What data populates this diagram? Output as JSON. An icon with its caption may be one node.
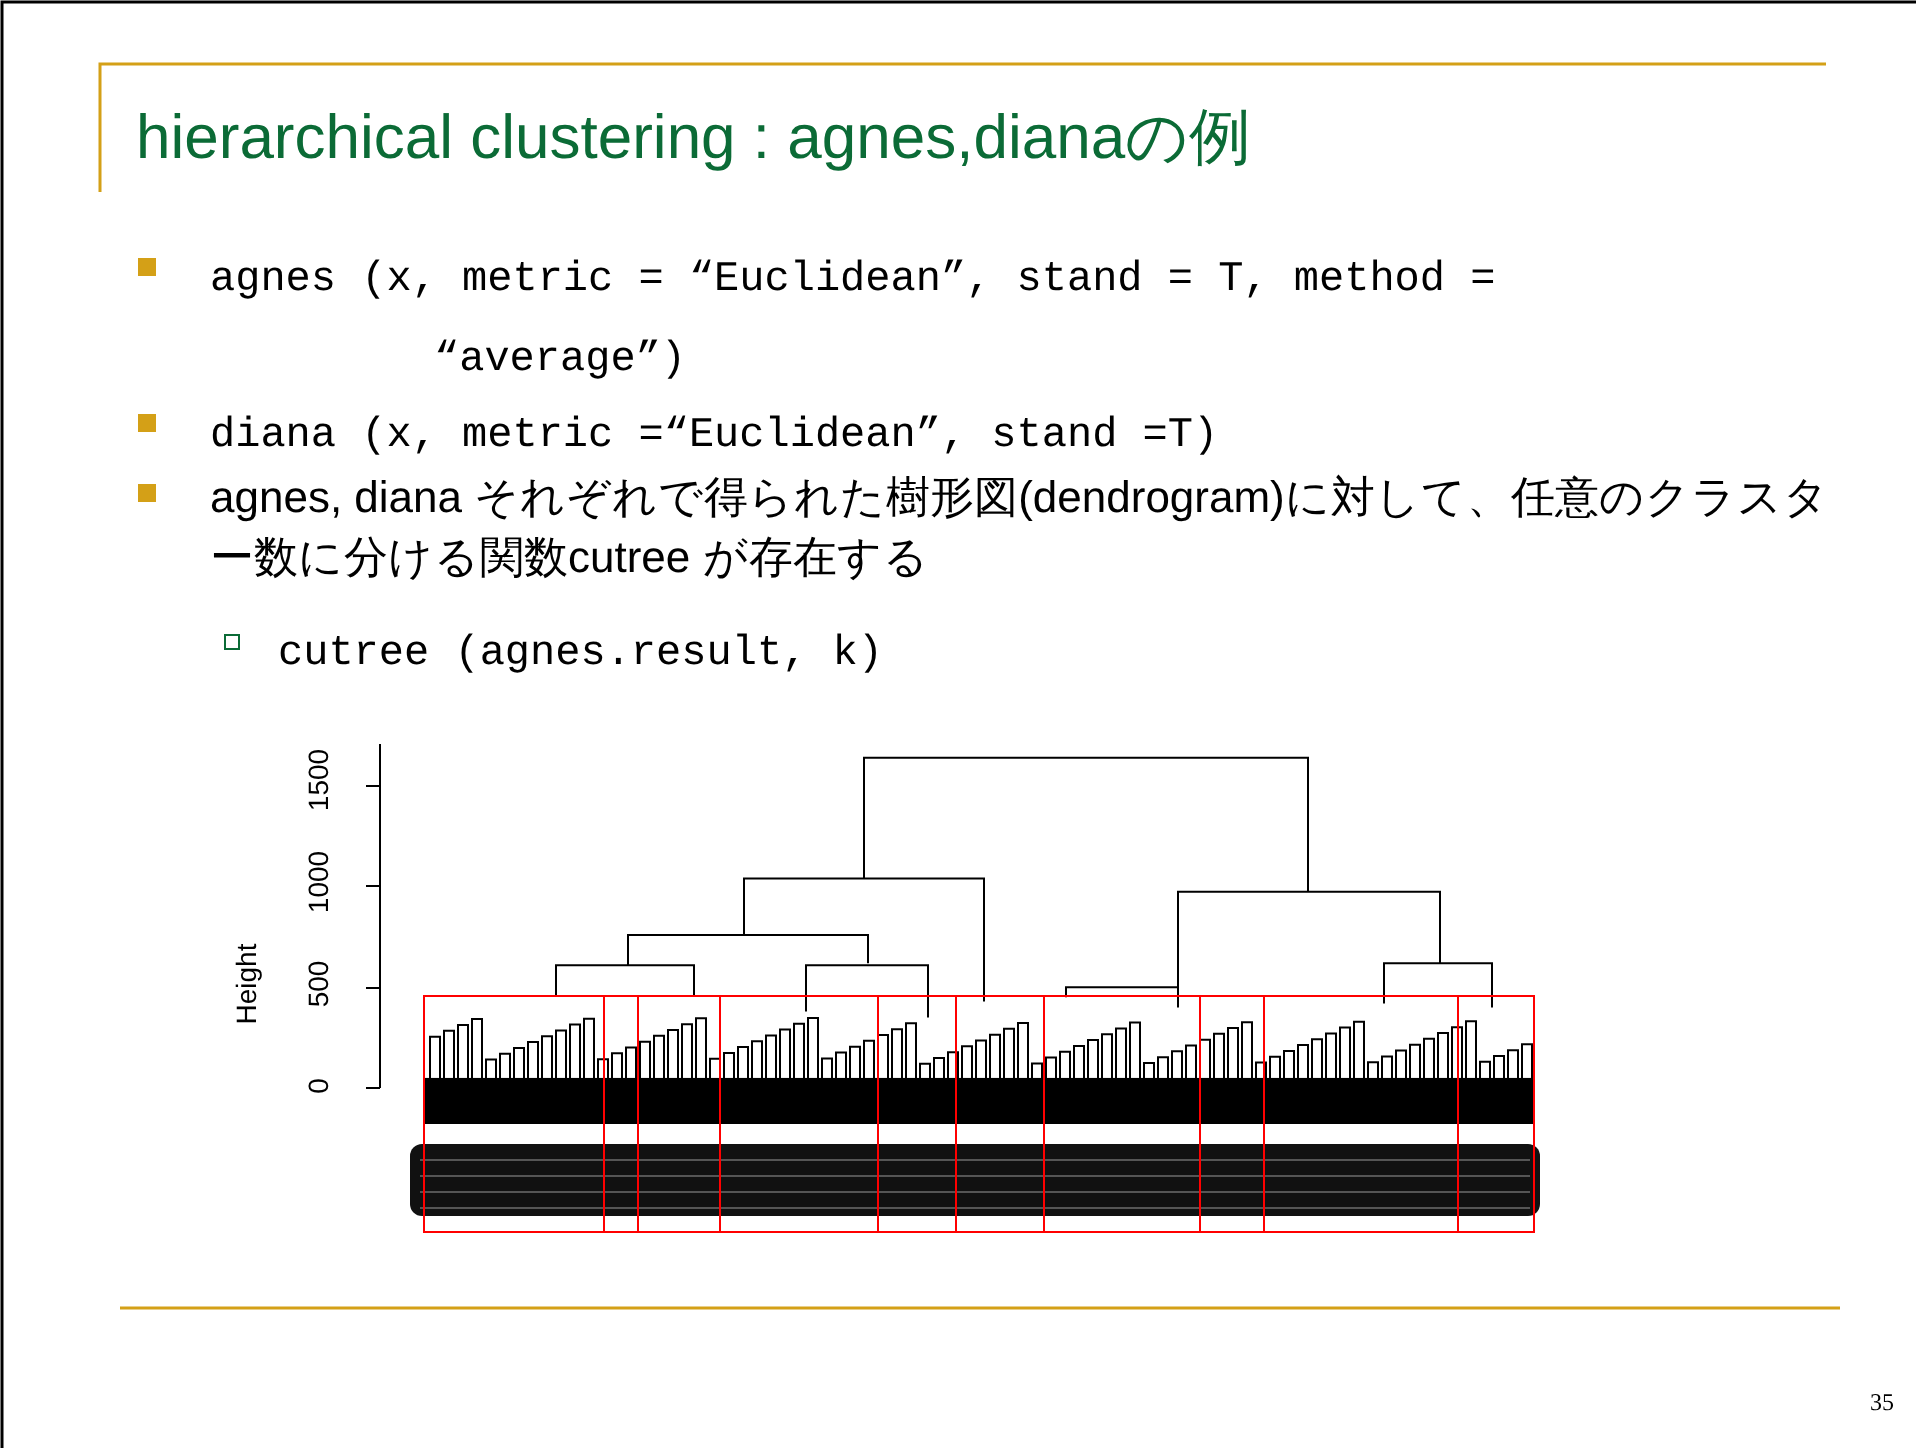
{
  "diagram": {
    "title": "hierarchical clustering : agnes,dianaの例",
    "labels": [
      "agnes (x, metric = “Euclidean”, stand = T, method = “average”)",
      "diana (x, metric =“Euclidean”, stand =T)",
      "agnes, diana それぞれで得られた樹形図(dendrogram)に対して、任意のクラスター数に分ける関数cutree が存在する",
      "cutree (agnes.result, k)",
      "1500",
      "1000",
      "500",
      "0",
      "Height",
      "35"
    ]
  }
}
